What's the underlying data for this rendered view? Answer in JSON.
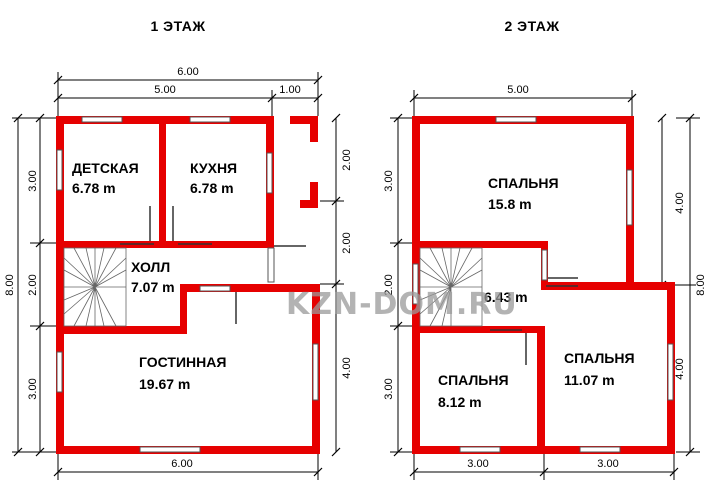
{
  "floors": [
    {
      "title": "1 ЭТАЖ",
      "rooms": [
        {
          "name": "ДЕТСКАЯ",
          "area": "6.78 m"
        },
        {
          "name": "КУХНЯ",
          "area": "6.78 m"
        },
        {
          "name": "ХОЛЛ",
          "area": "7.07 m"
        },
        {
          "name": "ГОСТИННАЯ",
          "area": "19.67 m"
        }
      ],
      "dims": {
        "top_total": "6.00",
        "top_a": "5.00",
        "top_b": "1.00",
        "left_total": "8.00",
        "left_a": "3.00",
        "left_b": "2.00",
        "left_c": "3.00",
        "right_a": "2.00",
        "right_b": "2.00",
        "right_c": "4.00",
        "bottom": "6.00"
      }
    },
    {
      "title": "2 ЭТАЖ",
      "rooms": [
        {
          "name": "СПАЛЬНЯ",
          "area": "15.8 m"
        },
        {
          "name": "",
          "area": "6.43 m"
        },
        {
          "name": "СПАЛЬНЯ",
          "area": "8.12 m"
        },
        {
          "name": "СПАЛЬНЯ",
          "area": "11.07 m"
        }
      ],
      "dims": {
        "top": "5.00",
        "left_a": "3.00",
        "left_b": "2.00",
        "left_c": "3.00",
        "right_total": "8.00",
        "right_a": "4.00",
        "right_b": "4.00",
        "bottom_a": "3.00",
        "bottom_b": "3.00"
      }
    }
  ],
  "watermark": "KZN-DOM.RU",
  "colors": {
    "wall": "#e60000",
    "background": "#ffffff"
  }
}
